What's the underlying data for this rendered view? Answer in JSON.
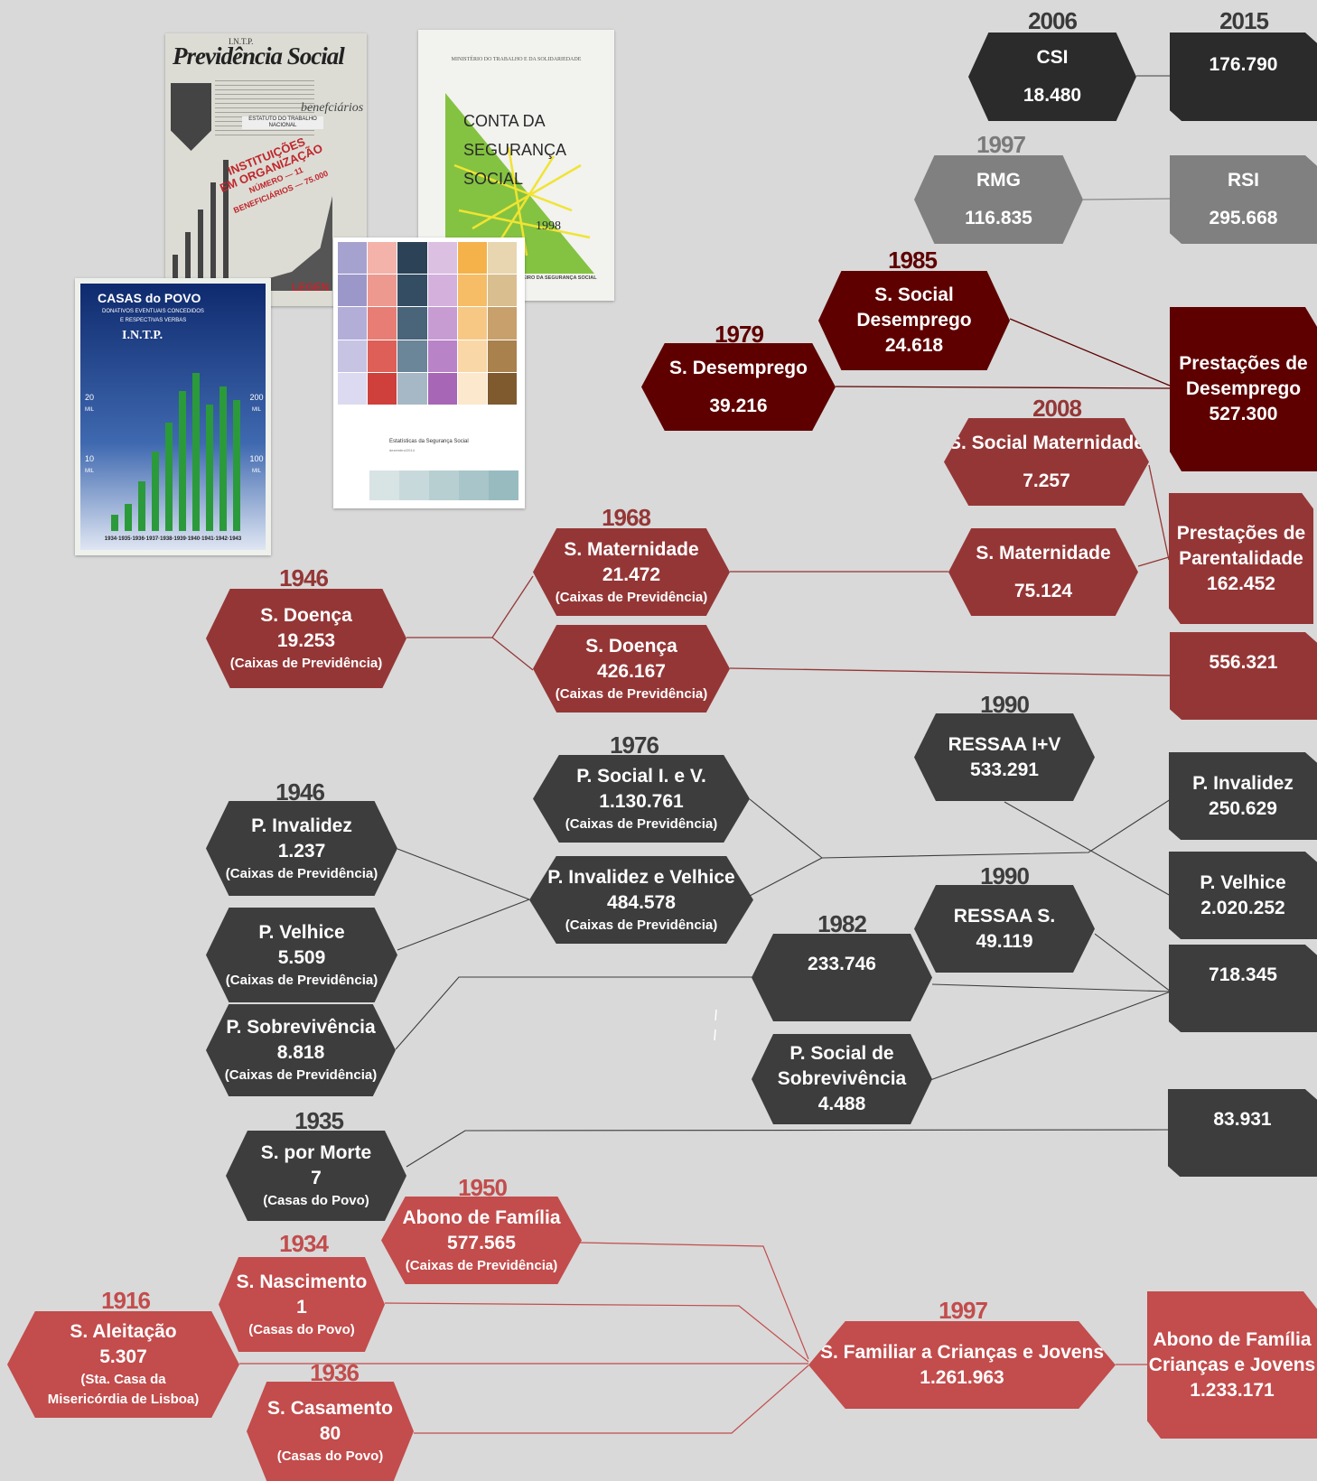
{
  "colors": {
    "background": "#d9d9d9",
    "dark": "#2b2b2b",
    "grey": "#808080",
    "maroon": "#5e0000",
    "red": "#953636",
    "light_red": "#c34c4c",
    "slate": "#3d3d3d"
  },
  "years": {
    "csi": "2006",
    "csi_2015": "2015",
    "rmg": "1997",
    "ssd85": "1985",
    "sd79": "1979",
    "ssm08": "2008",
    "sm68": "1968",
    "sdoenca46": "1946",
    "ressaa_iv": "1990",
    "psiv76": "1976",
    "pinv46": "1946",
    "ressaa_s": "1990",
    "y1982": "1982",
    "morte35": "1935",
    "abono50": "1950",
    "nasc34": "1934",
    "aleit16": "1916",
    "casam36": "1936",
    "sfcj97": "1997"
  },
  "nodes": {
    "csi": {
      "title": "CSI",
      "value": "18.480"
    },
    "csi_2015": {
      "value": "176.790"
    },
    "rmg": {
      "title": "RMG",
      "value": "116.835"
    },
    "rsi": {
      "title": "RSI",
      "value": "295.668"
    },
    "ss_desemprego": {
      "title1": "S. Social",
      "title2": "Desemprego",
      "value": "24.618"
    },
    "s_desemprego": {
      "title": "S. Desemprego",
      "value": "39.216"
    },
    "prest_desemprego": {
      "title1": "Prestações de",
      "title2": "Desemprego",
      "value": "527.300"
    },
    "ss_maternidade": {
      "title": "S. Social  Maternidade",
      "value": "7.257"
    },
    "prest_parent": {
      "title1": "Prestações de",
      "title2": "Parentalidade",
      "value": "162.452"
    },
    "s_maternidade_68": {
      "title": "S. Maternidade",
      "value": "21.472",
      "sub": "(Caixas de Previdência)"
    },
    "s_maternidade": {
      "title": "S. Maternidade",
      "value": "75.124"
    },
    "s_doenca_46": {
      "title": "S. Doença",
      "value": "19.253",
      "sub": "(Caixas de Previdência)"
    },
    "s_doenca_68": {
      "title": "S. Doença",
      "value": "426.167",
      "sub": "(Caixas de Previdência)"
    },
    "doenca_2015": {
      "value": "556.321"
    },
    "ressaa_iv": {
      "title": "RESSAA I+V",
      "value": "533.291"
    },
    "p_social_iv": {
      "title": "P. Social I. e V.",
      "value": "1.130.761",
      "sub": "(Caixas de Previdência)"
    },
    "p_invalidez_2015": {
      "title": "P. Invalidez",
      "value": "250.629"
    },
    "p_invalidez_46": {
      "title": "P. Invalidez",
      "value": "1.237",
      "sub": "(Caixas de Previdência)"
    },
    "p_inv_velhice": {
      "title": "P. Invalidez e Velhice",
      "value": "484.578",
      "sub": "(Caixas de Previdência)"
    },
    "p_velhice_2015": {
      "title": "P. Velhice",
      "value": "2.020.252"
    },
    "p_velhice_46": {
      "title": "P. Velhice",
      "value": "5.509",
      "sub": "(Caixas de Previdência)"
    },
    "ressaa_s": {
      "title": "RESSAA S.",
      "value": "49.119"
    },
    "n1982": {
      "value": "233.746"
    },
    "sobrev_2015": {
      "value": "718.345"
    },
    "p_sobrevivencia": {
      "title": "P. Sobrevivência",
      "value": "8.818",
      "sub": "(Caixas de Previdência)"
    },
    "p_social_sobrev": {
      "title1": "P. Social de",
      "title2": "Sobrevivência",
      "value": "4.488"
    },
    "morte_2015": {
      "value": "83.931"
    },
    "s_morte": {
      "title": "S. por Morte",
      "value": "7",
      "sub": "(Casas do Povo)"
    },
    "abono_familia": {
      "title": "Abono de Família",
      "value": "577.565",
      "sub": "(Caixas de Previdência)"
    },
    "s_nascimento": {
      "title": "S. Nascimento",
      "value": "1",
      "sub": "(Casas do Povo)"
    },
    "s_aleitacao": {
      "title": "S. Aleitação",
      "value": "5.307",
      "sub1": "(Sta. Casa da",
      "sub2": "Misericórdia de Lisboa)"
    },
    "s_familiar": {
      "title": "S. Familiar a Crianças e Jovens",
      "value": "1.261.963"
    },
    "abono_cj": {
      "title1": "Abono de Família",
      "title2": "Crianças e Jovens",
      "value": "1.233.171"
    },
    "s_casamento": {
      "title": "S. Casamento",
      "value": "80",
      "sub": "(Casas do Povo)"
    }
  },
  "thumbnails": {
    "prev_social": {
      "title": "Previdência Social",
      "header": "I.N.T.P.",
      "sub": "benefciários",
      "badge1": "INSTITUIÇÕES",
      "badge2": "EM ORGANIZAÇÃO",
      "badge3": "NÚMERO — 11",
      "badge4": "BENEFICIÁRIOS — 75.000",
      "estatuto": "ESTATUTO DO TRABALHO NACIONAL",
      "legend": "LEGEN"
    },
    "conta": {
      "ministry": "MINISTÉRIO DO TRABALHO E DA SOLIDARIEDADE",
      "line1": "CONTA DA",
      "line2": "SEGURANÇA",
      "line3": "SOCIAL",
      "year": "1998",
      "footer": "FINANCEIRO DA SEGURANÇA SOCIAL"
    },
    "casas_povo": {
      "title": "CASAS do POVO",
      "sub1": "DONATIVOS EVENTUAIS CONCEDIDOS",
      "sub2": "E RESPECTIVAS VERBAS",
      "intp": "I.N.T.P.",
      "years": "1934·1935·1936·1937·1938·1939·1940·1941·1942·1943",
      "left_ticks": [
        "20",
        "MIL",
        "10",
        "MIL"
      ],
      "right_ticks": [
        "200",
        "MIL",
        "100",
        "MIL"
      ]
    },
    "estatisticas": {
      "title": "Estatísticas da Segurança Social",
      "date": "dezembro/2014"
    }
  }
}
